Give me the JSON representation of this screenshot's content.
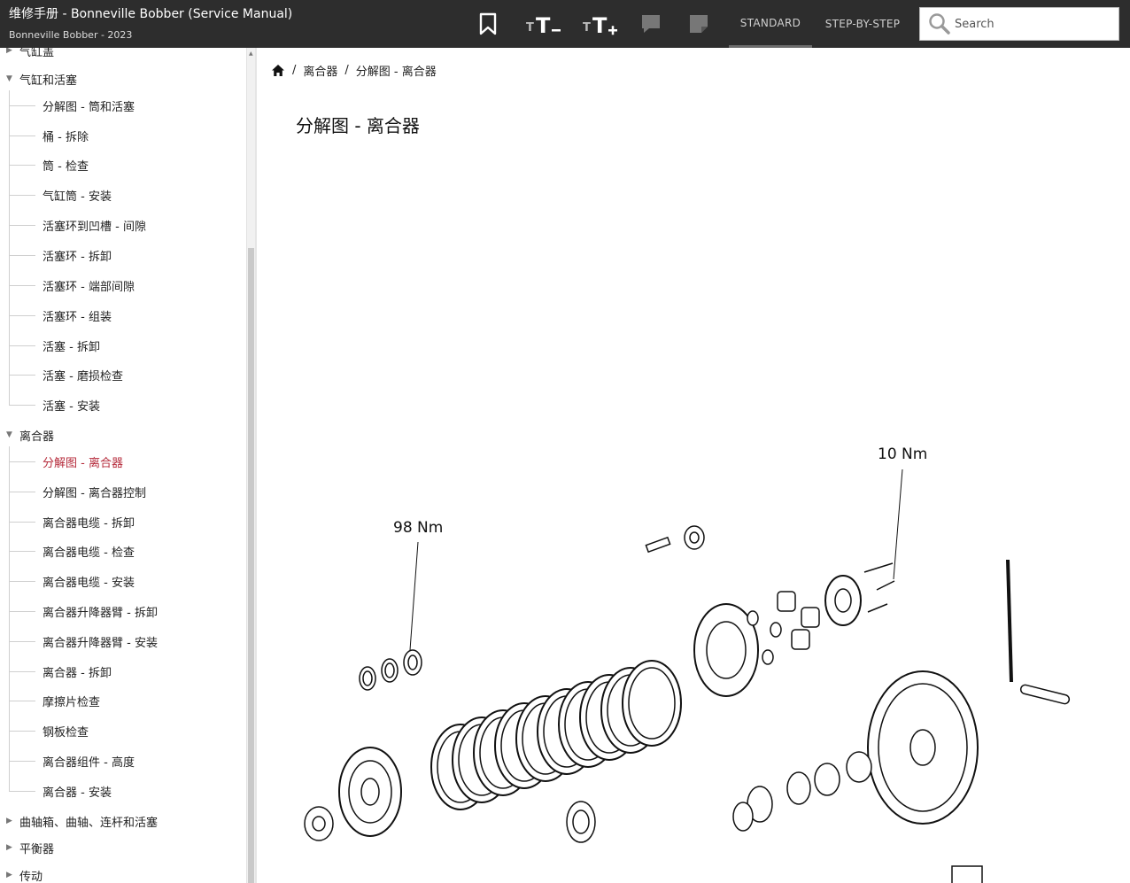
{
  "header": {
    "title": "维修手册 - Bonneville Bobber (Service Manual)",
    "subtitle": "Bonneville Bobber - 2023",
    "tabs": [
      {
        "label": "STANDARD",
        "active": true
      },
      {
        "label": "STEP-BY-STEP",
        "active": false
      }
    ],
    "search_placeholder": "Search",
    "icons": [
      "bookmark-icon",
      "text-smaller-icon",
      "text-larger-icon",
      "comment-icon",
      "note-icon",
      "search-icon"
    ]
  },
  "sidebar": {
    "top_partial": "气缸盖",
    "groups": [
      {
        "label": "气缸和活塞",
        "expanded": true,
        "items": [
          "分解图 - 筒和活塞",
          "桶 - 拆除",
          "筒 - 检查",
          "气缸筒 - 安装",
          "活塞环到凹槽 - 间隙",
          "活塞环 - 拆卸",
          "活塞环 - 端部间隙",
          "活塞环 - 组装",
          "活塞 - 拆卸",
          "活塞 - 磨损检查",
          "活塞 - 安装"
        ]
      },
      {
        "label": "离合器",
        "expanded": true,
        "items": [
          "分解图 - 离合器",
          "分解图 - 离合器控制",
          "离合器电缆 - 拆卸",
          "离合器电缆 - 检查",
          "离合器电缆 - 安装",
          "离合器升降器臂 - 拆卸",
          "离合器升降器臂 - 安装",
          "离合器 - 拆卸",
          "摩擦片检查",
          "钢板检查",
          "离合器组件 - 高度",
          "离合器 - 安装"
        ]
      }
    ],
    "active_item": "分解图 - 离合器",
    "collapsed_groups": [
      "曲轴箱、曲轴、连杆和活塞",
      "平衡器",
      "传动"
    ]
  },
  "main": {
    "breadcrumb": [
      "离合器",
      "分解图 - 离合器"
    ],
    "title": "分解图 - 离合器",
    "torque_labels": [
      "98 Nm",
      "10 Nm"
    ]
  },
  "colors": {
    "topbar": "#2d2d2d",
    "active_link": "#b52a3a"
  }
}
